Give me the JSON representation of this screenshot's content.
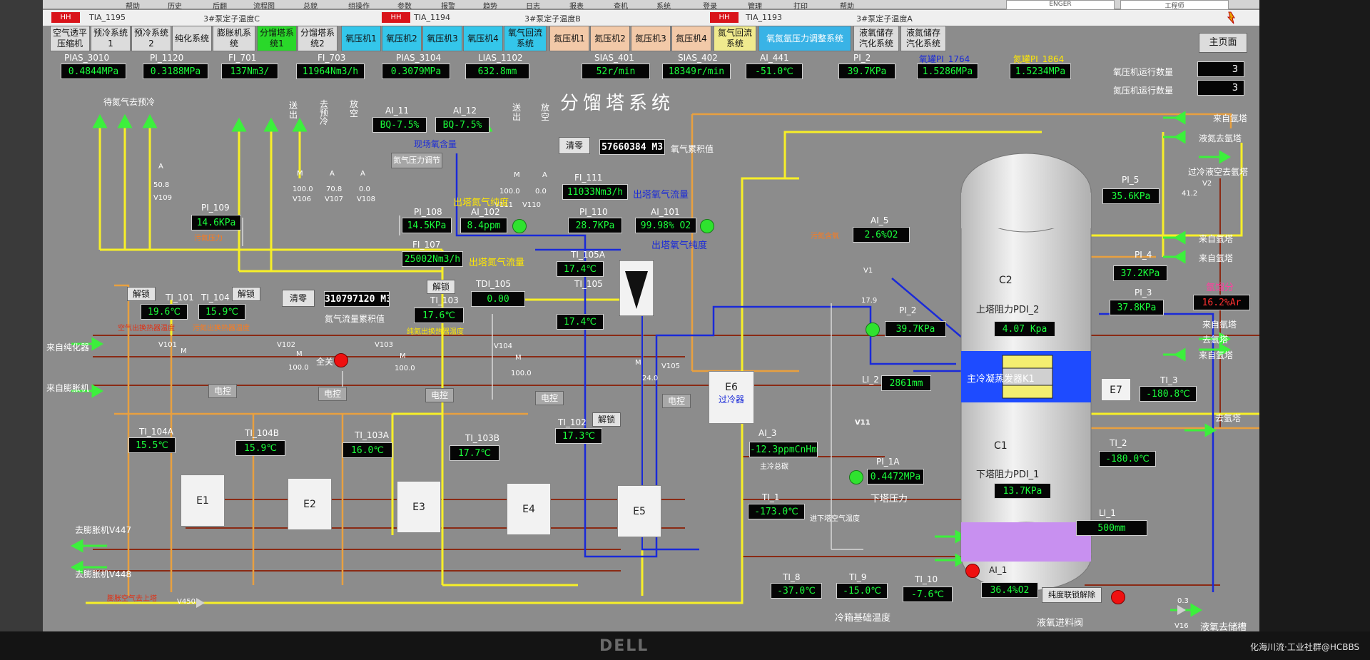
{
  "menu": [
    "帮助",
    "历史",
    "后翻",
    "流程图",
    "总貌",
    "组操作",
    "参数",
    "报警",
    "趋势",
    "日志",
    "报表",
    "查机",
    "系统",
    "登录",
    "管理",
    "打印",
    "帮助"
  ],
  "alarms": [
    {
      "level": "HH",
      "tag": "TIA_1195",
      "msg": "3#泵定子温度C"
    },
    {
      "level": "HH",
      "tag": "TIA_1194",
      "msg": "3#泵定子温度B"
    },
    {
      "level": "HH",
      "tag": "TIA_1193",
      "msg": "3#泵定子温度A"
    }
  ],
  "login": {
    "user": "ENGER",
    "role": "工程师"
  },
  "tabs": [
    {
      "label": "空气透平\n压缩机",
      "style": "gray"
    },
    {
      "label": "预冷系统1",
      "style": "gray"
    },
    {
      "label": "预冷系统2",
      "style": "gray"
    },
    {
      "label": "纯化系统",
      "style": "gray"
    },
    {
      "label": "膨胀机系\n统",
      "style": "gray"
    },
    {
      "label": "分馏塔系\n统1",
      "style": "green"
    },
    {
      "label": "分馏塔系\n统2",
      "style": "gray"
    },
    {
      "label": "氧压机1",
      "style": "cyan"
    },
    {
      "label": "氧压机2",
      "style": "cyan"
    },
    {
      "label": "氧压机3",
      "style": "cyan"
    },
    {
      "label": "氧压机4",
      "style": "cyan"
    },
    {
      "label": "氧气回流\n系统",
      "style": "cyan"
    },
    {
      "label": "氮压机1",
      "style": "peach"
    },
    {
      "label": "氮压机2",
      "style": "peach"
    },
    {
      "label": "氮压机3",
      "style": "peach"
    },
    {
      "label": "氮压机4",
      "style": "peach"
    },
    {
      "label": "氮气回流\n系统",
      "style": "yellow"
    },
    {
      "label": "氧氮氩压力调整系统",
      "style": "blue"
    },
    {
      "label": "液氧储存\n汽化系统",
      "style": "gray"
    },
    {
      "label": "液氮储存\n汽化系统",
      "style": "gray"
    }
  ],
  "home_button": "主页面",
  "top_readings": [
    {
      "tag": "PIAS_3010",
      "value": "0.4844MPa"
    },
    {
      "tag": "PI_1120",
      "value": "0.3188MPa"
    },
    {
      "tag": "FI_701",
      "value": "137Nm3/"
    },
    {
      "tag": "FI_703",
      "value": "11964Nm3/h"
    },
    {
      "tag": "PIAS_3104",
      "value": "0.3079MPa"
    },
    {
      "tag": "LIAS_1102",
      "value": "632.8mm"
    },
    {
      "tag": "SIAS_401",
      "value": "52r/min"
    },
    {
      "tag": "SIAS_402",
      "value": "18349r/min"
    },
    {
      "tag": "AI_441",
      "value": "-51.0℃"
    },
    {
      "tag": "PI_2",
      "value": "39.7KPa"
    },
    {
      "tag": "氧罐PI_1764",
      "value": "1.5286MPa"
    },
    {
      "tag": "氮罐PI_1864",
      "value": "1.5234MPa"
    }
  ],
  "compressor_counts": [
    {
      "label": "氧压机运行数量",
      "value": "3"
    },
    {
      "label": "氮压机运行数量",
      "value": "3"
    }
  ],
  "page_title": "分馏塔系统",
  "texts": {
    "n2_to_precool": "待氮气去预冷",
    "send_out_1": "送\n出",
    "to_precool": "去\n预\n冷",
    "vent_1": "放\n空",
    "send_out_2": "送\n出",
    "vent_2": "放\n空",
    "ai11_tag": "AI_11",
    "ai11_val": "BQ-7.5%",
    "ai12_tag": "AI_12",
    "ai12_val": "BQ-7.5%",
    "env_o2": "现场氧含量",
    "clear": "清零",
    "o2_total_val": "57660384",
    "o2_total_unit": "M3",
    "o2_total_lbl": "氧气累积值",
    "n2_press_adj": "氮气压力调节",
    "fi111_tag": "FI_111",
    "fi111_val": "11033Nm3/h",
    "o2_flow_out": "出塔氧气流量",
    "pi110_tag": "PI_110",
    "pi110_val": "28.7KPa",
    "ai101_tag": "AI_101",
    "ai101_val": "99.98% O2",
    "o2_purity_out": "出塔氧气纯度",
    "pi108_tag": "PI_108",
    "pi108_val": "14.5KPa",
    "ai102_tag": "AI_102",
    "ai102_val": "8.4ppm",
    "n2_purity_out": "出塔氮气纯度",
    "fi107_tag": "FI_107",
    "fi107_val": "25002Nm3/h",
    "n2_flow_out": "出塔氮气流量",
    "pi109_tag": "PI_109",
    "pi109_val": "14.6KPa",
    "waste_n2_press": "污氮压力",
    "unlock": "解锁",
    "ti101_tag": "TI_101",
    "ti101_val": "19.6℃",
    "ti104_tag": "TI_104",
    "ti104_val": "15.9℃",
    "air_out_temp": "空气出换热器温度",
    "waste_n2_out_temp": "污氮出换热器温度",
    "n2_total_val": "310797120",
    "n2_total_unit": "M3",
    "n2_total_lbl": "氮气流量累积值",
    "ti103_tag": "TI_103",
    "ti103_val": "17.6℃",
    "pure_n2_out_temp": "纯氮出换热器温度",
    "ti105a_tag": "TI_105A",
    "ti105a_val": "17.4℃",
    "ti105_tag": "TI_105",
    "ti105_val": "17.4℃",
    "tdi105_tag": "TDI_105",
    "tdi105_val": "0.00",
    "from_purifier": "来自纯化器",
    "from_expander": "来自膨胀机",
    "all_close": "全关",
    "elec": "电控",
    "ti104a_tag": "TI_104A",
    "ti104a_val": "15.5℃",
    "ti104b_tag": "TI_104B",
    "ti104b_val": "15.9℃",
    "ti103a_tag": "TI_103A",
    "ti103a_val": "16.0℃",
    "ti103b_tag": "TI_103B",
    "ti103b_val": "17.7℃",
    "ti102_tag": "TI_102",
    "ti102_val": "17.3℃",
    "e6_sub": "过冷器",
    "to_expander_447": "去膨胀机V447",
    "to_expander_448": "去膨胀机V448",
    "expand_air_upper": "膨胀空气去上塔",
    "v450": "V450",
    "ai5_tag": "AI_5",
    "ai5_val": "2.6%O2",
    "waste_n2_content": "污氮含氧",
    "v1": "V1",
    "v1_pct": "17.9",
    "pi2_tag": "PI_2",
    "pi2_val": "39.7KPa",
    "c2": "C2",
    "upper_drop": "上塔阻力PDI_2",
    "upper_drop_val": "4.07",
    "upper_drop_unit": "Kpa",
    "main_condenser": "主冷凝蒸发器K1",
    "li2_tag": "LI_2",
    "li2_val": "2861mm",
    "v11": "V11",
    "e7": "E7",
    "ti3_tag": "TI_3",
    "ti3_val": "-180.8℃",
    "c1": "C1",
    "ti2_tag": "TI_2",
    "ti2_val": "-180.0℃",
    "lower_drop": "下塔阻力PDI_1",
    "lower_drop_val": "13.7KPa",
    "ai3_tag": "AI_3",
    "ai3_val": "-12.3ppmCnHm",
    "main_cold_hc": "主冷总碳",
    "pi1a_tag": "PI_1A",
    "pi1a_val": "0.4472MPa",
    "lower_press": "下塔压力",
    "ti1_tag": "TI_1",
    "ti1_val": "-173.0℃",
    "air_into_lower_temp": "进下塔空气温度",
    "li1_tag": "LI_1",
    "li1_val": "500mm",
    "ai1_tag": "AI_1",
    "ai1_val": "36.4%O2",
    "ti8_tag": "TI_8",
    "ti8_val": "-37.0℃",
    "ti9_tag": "TI_9",
    "ti9_val": "-15.0℃",
    "ti10_tag": "TI_10",
    "ti10_val": "-7.6℃",
    "cold_box_temp": "冷箱基础温度",
    "purity_unlock": "纯度联锁解除",
    "liquid_air_valve": "液氧进料阀",
    "v16": "V16",
    "v16_pct": "0.3",
    "lox_to_tank": "液氧去储槽",
    "pi5_tag": "PI_5",
    "pi5_val": "35.6KPa",
    "pi4_tag": "PI_4",
    "pi4_val": "37.2KPa",
    "pi3_tag": "PI_3",
    "pi3_val": "37.8KPa",
    "ar_fraction": "氩馏分",
    "ar_fraction_val": "16.2%Ar",
    "from_ar_tower": "来自氩塔",
    "lin_to_ar": "液氮去氩塔",
    "subcooled_to_ar": "过冷液空去氩塔",
    "v2": "V2",
    "v2_pct": "41.2",
    "to_ar_tower": "去氩塔"
  },
  "valves": [
    {
      "name": "V109",
      "mode": "A",
      "pct": "50.8"
    },
    {
      "name": "V106",
      "mode": "M",
      "pct": "100.0"
    },
    {
      "name": "V107",
      "mode": "A",
      "pct": "70.8"
    },
    {
      "name": "V108",
      "mode": "A",
      "pct": "0.0"
    },
    {
      "name": "V111",
      "mode": "M",
      "pct": "100.0"
    },
    {
      "name": "V110",
      "mode": "A",
      "pct": "0.0"
    },
    {
      "name": "V101",
      "mode": "M",
      "pct": ""
    },
    {
      "name": "V102",
      "mode": "M",
      "pct": "100.0"
    },
    {
      "name": "V103",
      "mode": "M",
      "pct": "100.0"
    },
    {
      "name": "V104",
      "mode": "M",
      "pct": "100.0"
    },
    {
      "name": "V105",
      "mode": "M",
      "pct": "24.0"
    }
  ],
  "exchangers": [
    "E1",
    "E2",
    "E3",
    "E4",
    "E5",
    "E6"
  ],
  "colors": {
    "background": "#8c8c8c",
    "display_bg": "#050505",
    "display_text": "#1bff3c",
    "pipe_yellow": "#f7ef28",
    "pipe_orange": "#e8a040",
    "pipe_blue": "#1a2ad8",
    "pipe_brown": "#8a2a14",
    "pipe_green": "#3cf03c",
    "column_fill": "#e9e9e9",
    "condenser": "#1e4bff",
    "lower_level": "#c890f0"
  },
  "watermark": "化海川流·工业社群@HCBBS",
  "brand": "DELL"
}
